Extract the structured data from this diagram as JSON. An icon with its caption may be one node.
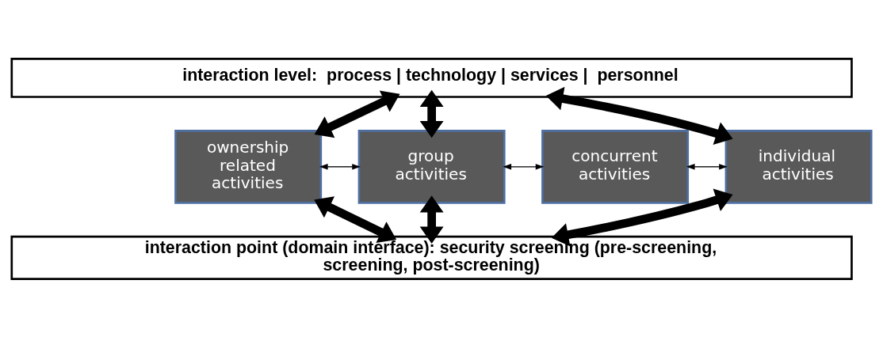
{
  "diagram": {
    "nodes": [
      {
        "text": [
          "interaction level:  process | technology | services |  personnel"
        ]
      },
      {
        "text": [
          "ownership related activities"
        ]
      },
      {
        "text": [
          "group activities"
        ]
      },
      {
        "text": [
          "concurrent activities"
        ]
      },
      {
        "text": [
          "individual activities"
        ]
      },
      {
        "text": [
          "interaction point (domain interface): security screening (pre-screening, screening, post-screening)"
        ]
      }
    ],
    "edges": [
      {
        "from": 0,
        "to": 1,
        "arrow": "both"
      },
      {
        "from": 0,
        "to": 2,
        "arrow": "both"
      },
      {
        "from": 0,
        "to": 4,
        "arrow": "both"
      },
      {
        "from": 1,
        "to": 2,
        "arrow": "both"
      },
      {
        "from": 2,
        "to": 3,
        "arrow": "both"
      },
      {
        "from": 3,
        "to": 4,
        "arrow": "both"
      },
      {
        "from": 1,
        "to": 5,
        "arrow": "both"
      },
      {
        "from": 2,
        "to": 5,
        "arrow": "both"
      },
      {
        "from": 4,
        "to": 5,
        "arrow": "both"
      }
    ]
  }
}
